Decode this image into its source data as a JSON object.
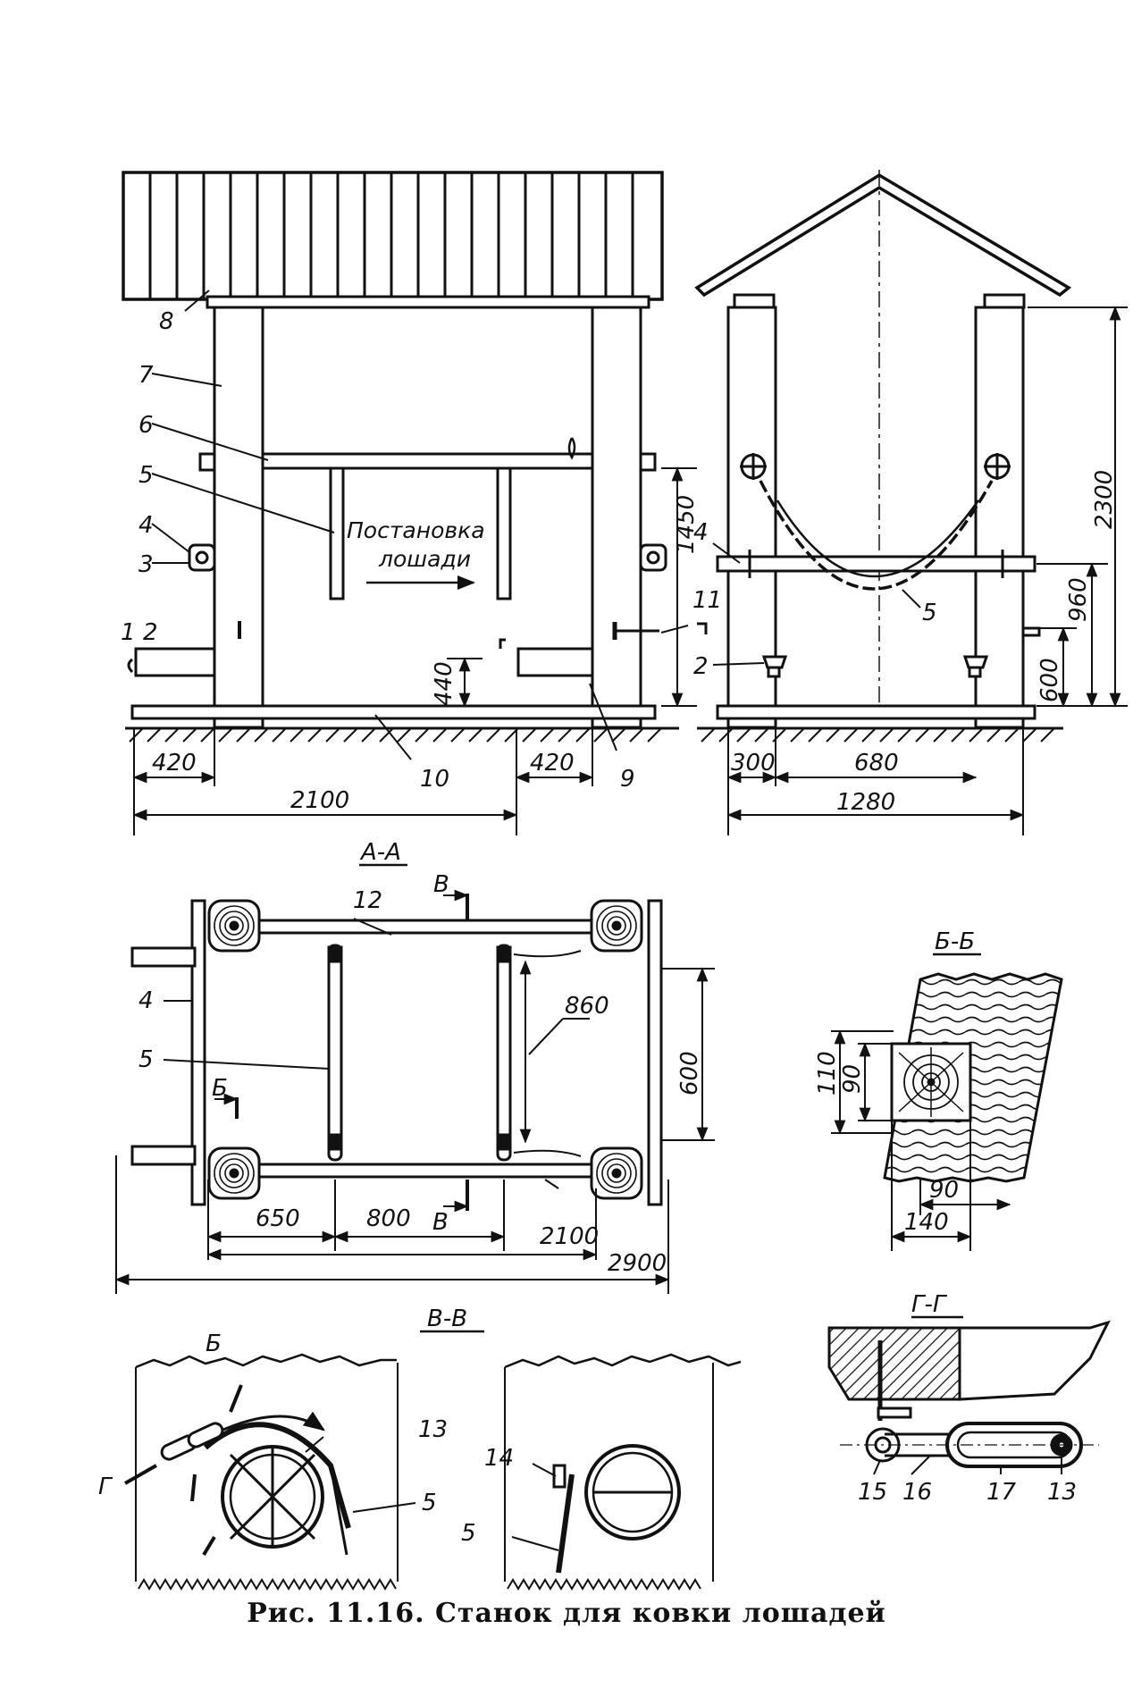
{
  "caption": "Рис. 11.16. Станок для ковки лошадей",
  "side_view": {
    "callouts": [
      "1",
      "2",
      "3",
      "4",
      "5",
      "6",
      "7",
      "8",
      "9",
      "10",
      "11"
    ],
    "inner_text": [
      "Постановка",
      "лошади"
    ],
    "dims": {
      "left_step": "420",
      "right_step": "420",
      "length": "2100",
      "bar_height": "1450",
      "step_height": "440"
    }
  },
  "front_view": {
    "callouts": [
      "2",
      "4",
      "5"
    ],
    "dims": {
      "height": "2300",
      "upper": "960",
      "lower": "600",
      "post": "300",
      "inner": "680",
      "total": "1280"
    }
  },
  "plan_view": {
    "title": "А-А",
    "section_b": "Б",
    "section_v": "В",
    "callouts": [
      "4",
      "5",
      "12"
    ],
    "dims": {
      "width": "600",
      "diagonal": "860",
      "seg1": "650",
      "seg2": "800",
      "inner": "2100",
      "total": "2900"
    }
  },
  "section_bb": {
    "title": "Б-Б",
    "dims": [
      "110",
      "90",
      "90",
      "140"
    ]
  },
  "section_vv": {
    "title": "В-В",
    "section_b": "Б",
    "section_g": "Г",
    "callouts": [
      "13",
      "5",
      "14",
      "5"
    ]
  },
  "section_gg": {
    "title": "Г-Г",
    "callouts": [
      "15",
      "16",
      "17",
      "13"
    ]
  }
}
